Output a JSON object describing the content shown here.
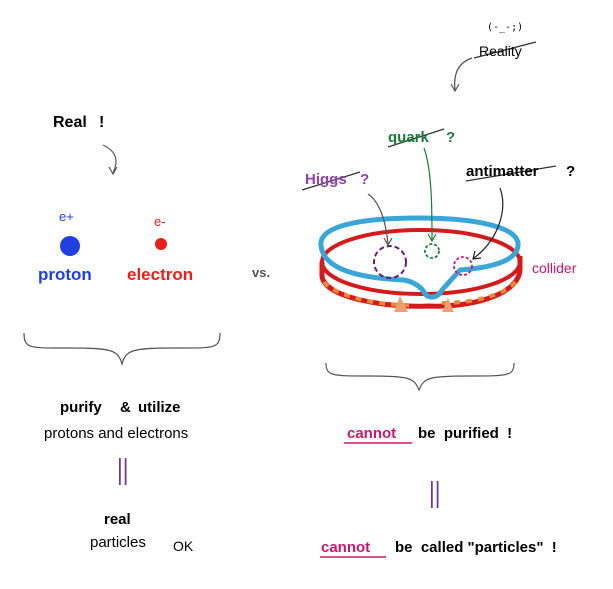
{
  "left": {
    "real_label": "Real",
    "real_excl": "!",
    "proton_charge": "e+",
    "electron_charge": "e-",
    "proton_label": "proton",
    "electron_label": "electron",
    "purify": "purify",
    "amp": "&",
    "utilize": "utilize",
    "protons_line": "protons and electrons",
    "equals": "||",
    "real_word": "real",
    "particles_word": "particles",
    "ok_word": "OK"
  },
  "center": {
    "vs": "vs."
  },
  "right": {
    "face": "(-_-;)",
    "reality": "Reality",
    "quark": "quark",
    "quark_q": "?",
    "higgs": "Higgs",
    "higgs_q": "?",
    "antimatter": "antimatter",
    "antimatter_q": "?",
    "collider": "collider",
    "cannot1": "cannot",
    "be_purified": "be  purified  !",
    "equals": "||",
    "cannot2": "cannot",
    "be_called": "be  called \"particles\"  !"
  },
  "colors": {
    "proton": "#1f3fe0",
    "electron": "#e8201b",
    "purple": "#8e44ad",
    "green": "#1e7a3a",
    "magenta": "#c8186e",
    "ring_blue": "#3aa6d8",
    "ring_red": "#d41a1a",
    "orange": "#f0883a"
  }
}
